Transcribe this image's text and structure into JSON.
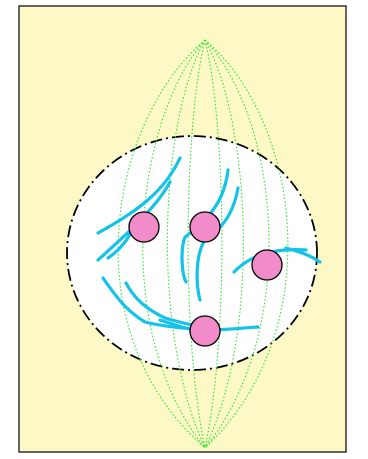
{
  "diagram": {
    "description_text": "",
    "colors": {
      "panel_fill": "#FCF9C6",
      "panel_border": "#000000",
      "nucleus_fill": "#FFFFFF",
      "nucleus_border": "#000000",
      "spindle_fibers": "#33E633",
      "chromosome_strands": "#15C3E8",
      "kinetochores_fill": "#F28BC9",
      "kinetochores_border": "#000000"
    },
    "icons": {
      "panel": "diagram-panel",
      "nucleus": "nucleus-dash-dot-outline",
      "spindle": "dotted-spindle-fibers",
      "chromosomes": "curved-chromosome-strands",
      "kinetochores": "pink-circles"
    },
    "counts": {
      "kinetochores": 4,
      "spindle_fibers": 8,
      "chromosome_strands": 11
    }
  }
}
